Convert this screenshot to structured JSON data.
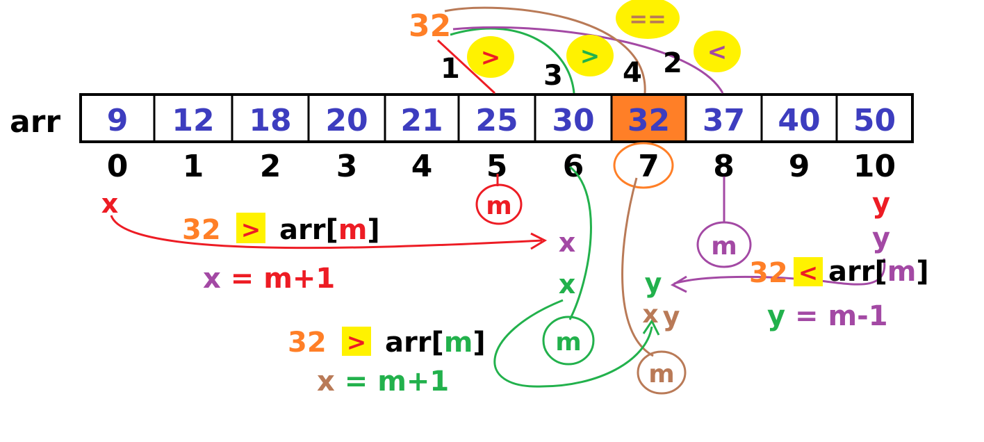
{
  "colors": {
    "blue": "#3d3dbf",
    "orange": "#ff7f27",
    "red": "#ed1c24",
    "green": "#22b14c",
    "purple": "#a349a4",
    "brown": "#b97a57",
    "yellow": "#fff200",
    "black": "#000000"
  },
  "array": {
    "label": "arr",
    "values": [
      "9",
      "12",
      "18",
      "20",
      "21",
      "25",
      "30",
      "32",
      "37",
      "40",
      "50"
    ],
    "indices": [
      "0",
      "1",
      "2",
      "3",
      "4",
      "5",
      "6",
      "7",
      "8",
      "9",
      "10"
    ],
    "highlight_index": 7
  },
  "top": {
    "target": "32",
    "step1": "1",
    "step2": "2",
    "step3": "3",
    "step4": "4",
    "cmp1": ">",
    "cmp2": "<",
    "cmp3": ">",
    "cmp4": "=="
  },
  "steps": {
    "s1": {
      "target": "32",
      "cmp": ">",
      "lhs": "arr[",
      "m": "m",
      "rhs": "]",
      "var": "x",
      "eq": " = ",
      "val": "m+1"
    },
    "s2": {
      "target": "32",
      "cmp": "<",
      "lhs": "arr[",
      "m": "m",
      "rhs": "]",
      "var": "y",
      "eq": " = ",
      "val": "m-1"
    },
    "s3": {
      "target": "32",
      "cmp": ">",
      "lhs": "arr[",
      "m": "m",
      "rhs": "]",
      "var": "x",
      "eq": " = ",
      "val": "m+1"
    }
  },
  "markers": {
    "x": "x",
    "y": "y",
    "m": "m"
  }
}
